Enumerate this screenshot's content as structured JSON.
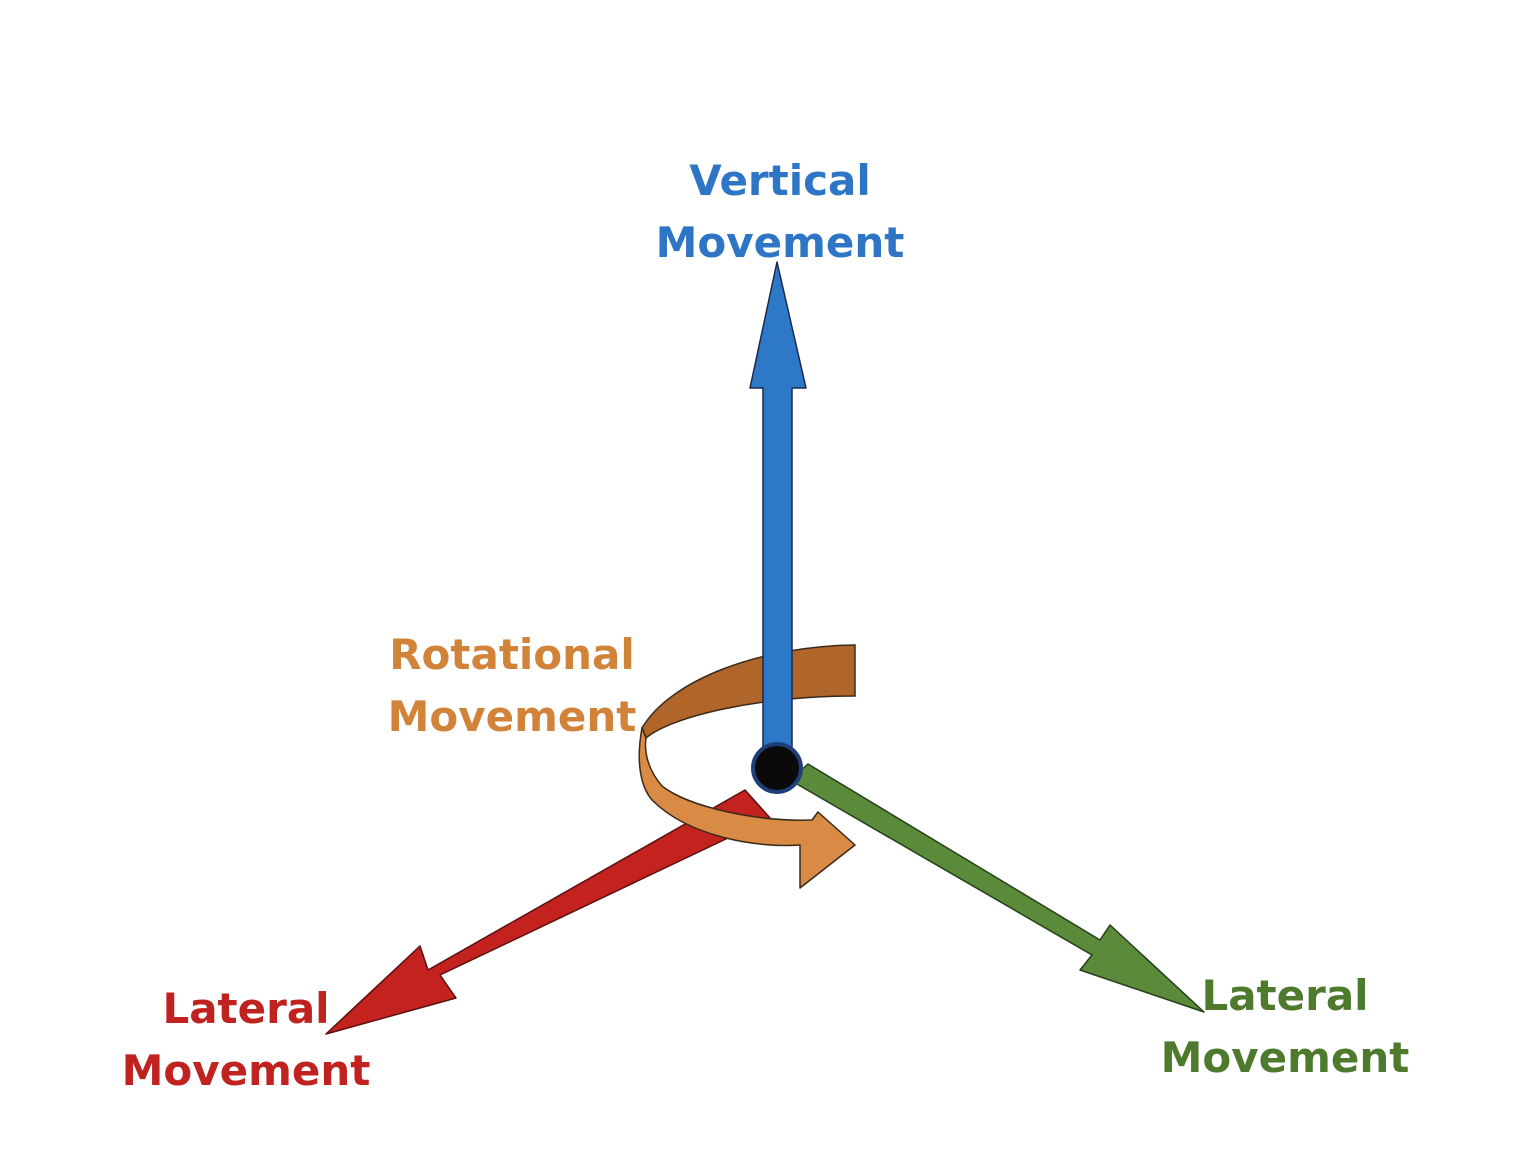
{
  "labels": {
    "vertical": {
      "line1": "Vertical",
      "line2": "Movement",
      "color": "#2E75C6"
    },
    "rotational": {
      "line1": "Rotational",
      "line2": "Movement",
      "color": "#D2833A"
    },
    "lateral_left": {
      "line1": "Lateral",
      "line2": "Movement",
      "color": "#C0221F"
    },
    "lateral_right": {
      "line1": "Lateral",
      "line2": "Movement",
      "color": "#4E7A2E"
    }
  },
  "colors": {
    "vertical_arrow": "#2E78C8",
    "rotational_arrow": "#D98A44",
    "rotational_arrow_dark": "#B0652A",
    "lateral_left_arrow": "#C4221F",
    "lateral_right_arrow": "#5A8A3A",
    "pivot": "#0A0A0A"
  }
}
